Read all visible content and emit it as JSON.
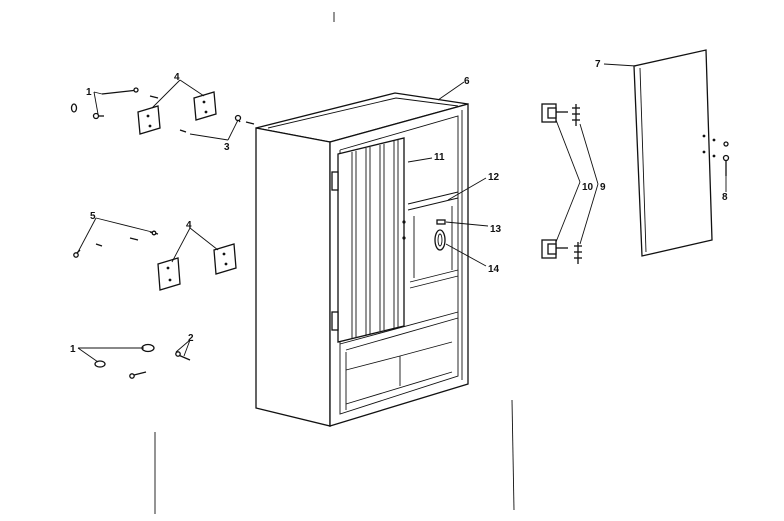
{
  "callouts": {
    "c1a": "1",
    "c1b": "1",
    "c2": "2",
    "c3": "3",
    "c4a": "4",
    "c4b": "4",
    "c5": "5",
    "c6": "6",
    "c7": "7",
    "c8": "8",
    "c9": "9",
    "c10": "10",
    "c11": "11",
    "c12": "12",
    "c13": "13",
    "c14": "14"
  }
}
